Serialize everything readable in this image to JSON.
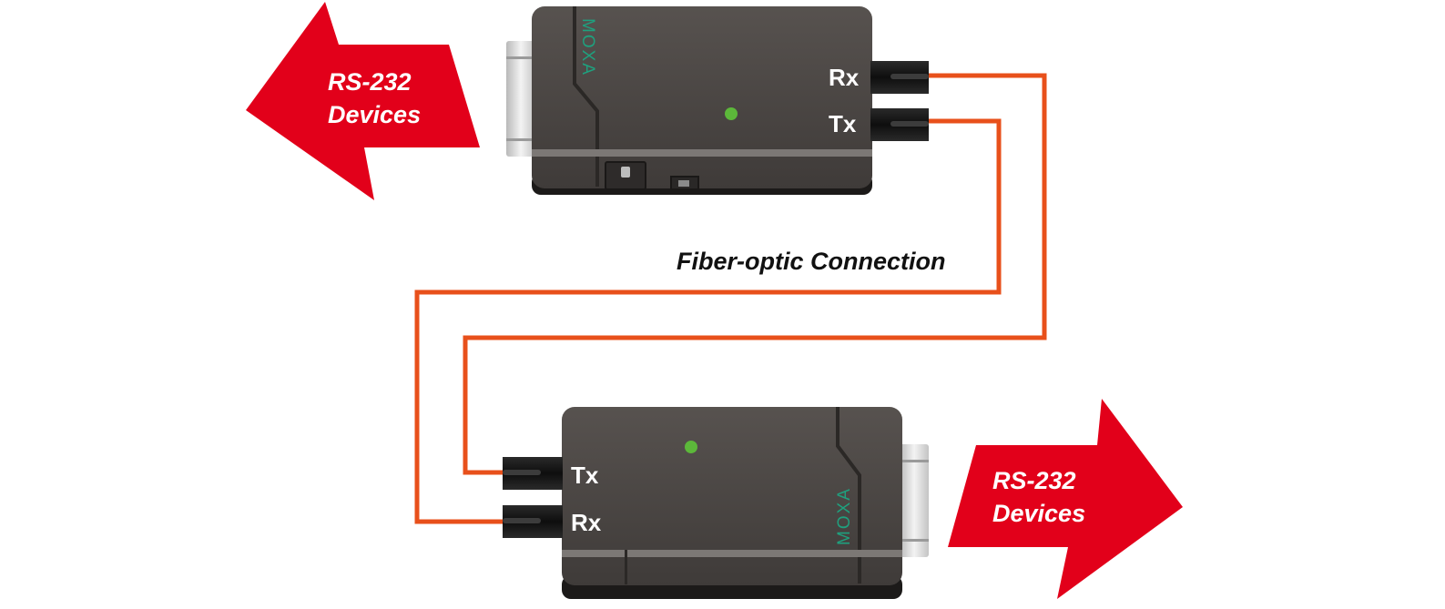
{
  "colors": {
    "arrow": "#e2001a",
    "fiber": "#e8501b",
    "device_body": "#4a4644",
    "led": "#5cb83a",
    "brand": "#1fa07e"
  },
  "left_arrow": {
    "line1": "RS-232",
    "line2": "Devices"
  },
  "right_arrow": {
    "line1": "RS-232",
    "line2": "Devices"
  },
  "top_device": {
    "brand": "MOXA",
    "port_rx": "Rx",
    "port_tx": "Tx"
  },
  "bottom_device": {
    "brand": "MOXA",
    "port_tx": "Tx",
    "port_rx": "Rx"
  },
  "caption": "Fiber-optic Connection"
}
